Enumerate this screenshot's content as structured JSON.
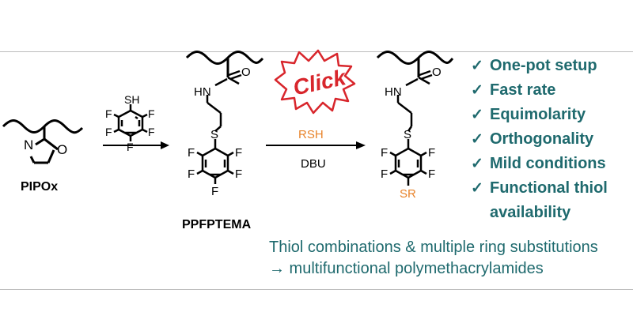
{
  "labels": {
    "start_polymer": "PIPOx",
    "reagent_thiol": "SH",
    "intermediate_polymer": "PPFPTEMA",
    "click_badge": "Click",
    "click_reagent": "RSH",
    "click_base": "DBU",
    "product_substituent": "SR"
  },
  "atoms": {
    "nitrogen": "N",
    "oxygen": "O",
    "amide_nh": "HN",
    "fluorine": "F",
    "sulfur": "S"
  },
  "benefits": [
    "One-pot setup",
    "Fast rate",
    "Equimolarity",
    "Orthogonality",
    "Mild conditions",
    "Functional thiol availability"
  ],
  "check_glyph": "✓",
  "summary": {
    "line1": "Thiol combinations & multiple ring substitutions",
    "line2": "→ multifunctional polymethacrylamides"
  },
  "colors": {
    "text_teal": "#1f6a6e",
    "accent_orange": "#e8832a",
    "click_red": "#d8262c",
    "bond_black": "#000000",
    "divider_gray": "#bdbdbd"
  }
}
